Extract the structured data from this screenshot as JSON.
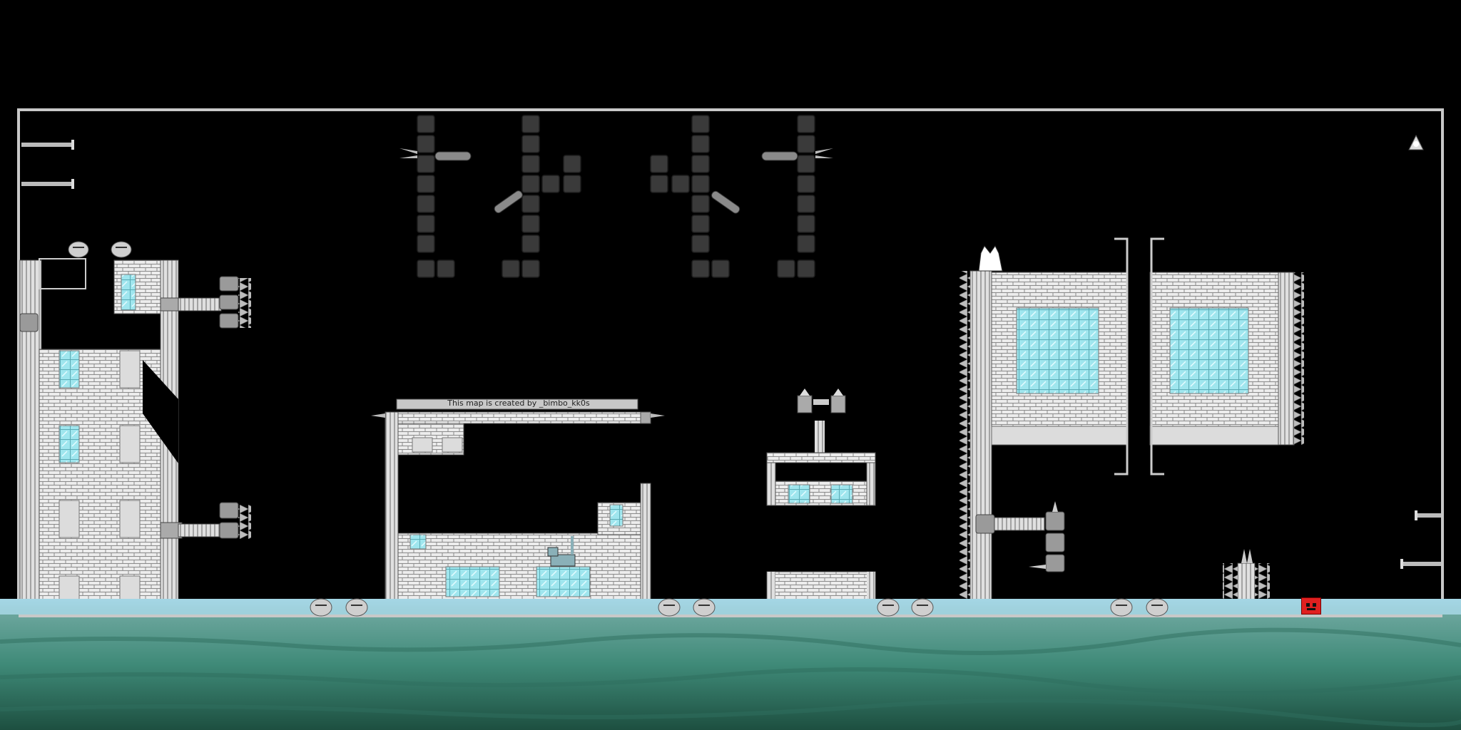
{
  "sign": {
    "text": "This map is created by _bimbo_kk0s"
  },
  "colors": {
    "sky": "#000000",
    "border": "#c8c8c8",
    "brick": "#e8e8e8",
    "brick_line": "#8a8a8a",
    "window": "#8fe0e8",
    "dark_block": "#3a3a3a",
    "water_top": "#a8d8e8",
    "water_deep": "#1f5c4a",
    "player": "#e02020"
  },
  "icons": {
    "player": "red-square-character",
    "enemies": "grey-blob-enemy",
    "spikes": "spike-trap",
    "saws": "saw-launcher",
    "cat": "cat-sprite",
    "exit": "exit-marker"
  }
}
